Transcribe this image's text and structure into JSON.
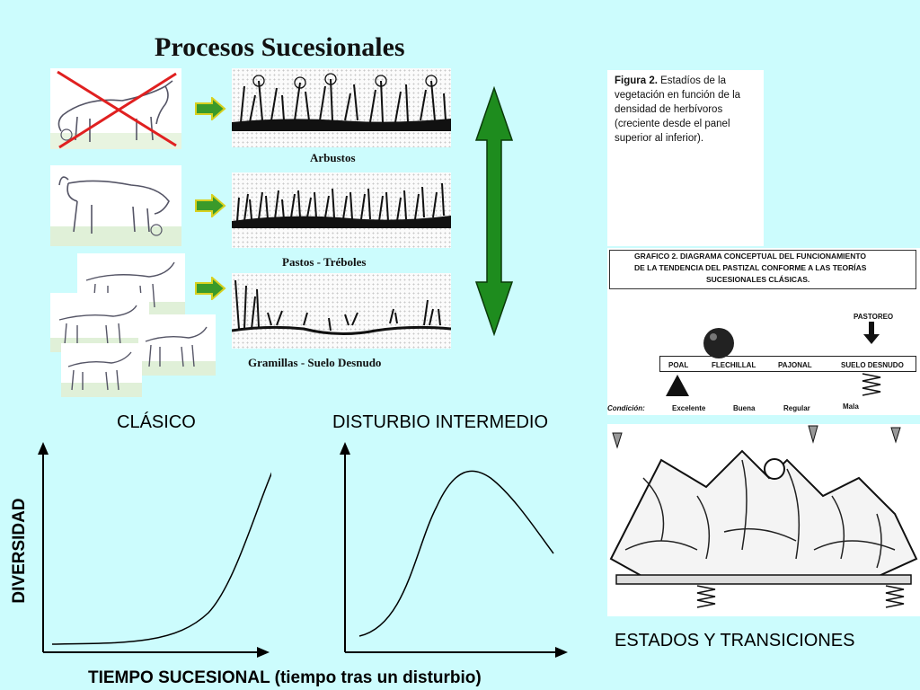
{
  "title": "Procesos Sucesionales",
  "stages": [
    {
      "label": "Arbustos"
    },
    {
      "label": "Pastos - Tréboles"
    },
    {
      "label": "Gramillas - Suelo Desnudo"
    }
  ],
  "figure_caption": {
    "prefix": "Figura 2.",
    "text": " Estadíos de la vegetación en función de la densidad de herbívoros (creciente desde el panel superior al inferior)."
  },
  "grafico": {
    "line1": "GRAFICO 2. DIAGRAMA CONCEPTUAL DEL FUNCIONAMIENTO",
    "line2": "DE LA TENDENCIA DEL PASTIZAL CONFORME A LAS TEORÍAS",
    "line3": "SUCESIONALES CLÁSICAS.",
    "pastoreo": "PASTOREO",
    "scale_labels": [
      "POAL",
      "FLECHILLAL",
      "PAJONAL",
      "SUELO DESNUDO"
    ],
    "condicion_label": "Condición:",
    "conditions": [
      "Excelente",
      "Buena",
      "Regular",
      "Mala"
    ]
  },
  "graph_titles": {
    "clasico": "CLÁSICO",
    "disturbio": "DISTURBIO INTERMEDIO",
    "estados": "ESTADOS Y TRANSICIONES"
  },
  "y_axis_label": "DIVERSIDAD",
  "x_axis_label": "TIEMPO SUCESIONAL (tiempo tras un  disturbio)",
  "colors": {
    "background": "#ccfcfd",
    "arrow_green": "#1e8c1e",
    "yellow_arrow": "#3a9a2a",
    "cross_red": "#e02020"
  }
}
